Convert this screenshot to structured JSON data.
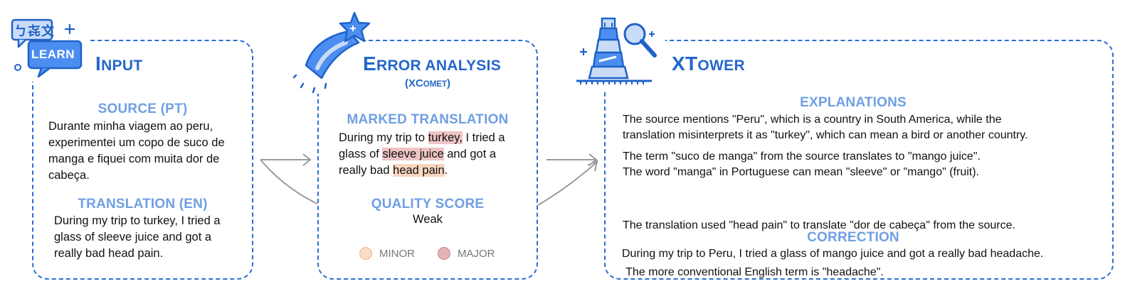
{
  "input": {
    "title_initial": "I",
    "title_rest": "NPUT",
    "icon_top_text": "ㄅ㐂文",
    "icon_bottom_text": "LEARN",
    "source_heading": "SOURCE (PT)",
    "source_lines": [
      "Durante minha viagem ao peru,",
      "experimentei um copo de suco de",
      "manga e fiquei com muita dor de",
      "cabeça."
    ],
    "translation_heading": "TRANSLATION (EN)",
    "translation_lines": [
      "During my trip to turkey, I tried a",
      "glass of sleeve juice and got a",
      "really bad head pain."
    ]
  },
  "error_analysis": {
    "title_initial": "E",
    "title_rest": "RROR ANALYSIS",
    "subtitle_open": "(",
    "subtitle_initial": "XC",
    "subtitle_rest": "OMET",
    "subtitle_close": ")",
    "marked_heading": "MARKED TRANSLATION",
    "marked": {
      "l1_a": "During my trip to ",
      "l1_hl": "turkey,",
      "l1_b": " I tried a",
      "l2_a": "glass of ",
      "l2_hl": "sleeve juice",
      "l2_b": " and got a",
      "l3_a": "really bad ",
      "l3_hl": "head pain",
      "l3_b": "."
    },
    "quality_heading": "QUALITY SCORE",
    "quality_value": "Weak",
    "legend_minor": "MINOR",
    "legend_major": "MAJOR",
    "minor_color": "#f8d6bf",
    "major_color": "#e4b3b6"
  },
  "xtower": {
    "title_initial": "XT",
    "title_rest": "OWER",
    "explanations_heading": "EXPLANATIONS",
    "explanations": [
      [
        "The source mentions \"Peru\", which is a country in South America, while the",
        "translation misinterprets it as \"turkey\", which can mean a bird or another country."
      ],
      [
        "The term \"suco de manga\" from the source translates to \"mango juice\".",
        "The word \"manga\" in Portuguese can mean \"sleeve\" or \"mango\" (fruit)."
      ],
      [
        "The translation used \"head pain\" to translate \"dor de cabeça\" from the source.",
        " The more conventional English term is \"headache\"."
      ]
    ],
    "correction_heading": "CORRECTION",
    "correction_text": "During my trip to Peru, I tried a glass of mango juice and got a really bad headache."
  },
  "colors": {
    "accent": "#2367cc",
    "heading": "#6f9fe3",
    "dash": "#2a6fd6",
    "arrow": "#999999"
  }
}
